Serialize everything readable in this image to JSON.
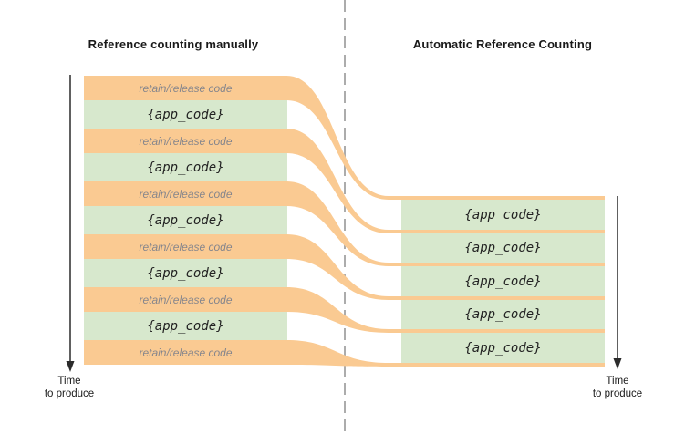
{
  "titles": {
    "left": "Reference counting manually",
    "right": "Automatic Reference Counting"
  },
  "left_column": {
    "rows": [
      {
        "type": "retain",
        "label": "retain/release code"
      },
      {
        "type": "app",
        "label": "{app_code}"
      },
      {
        "type": "retain",
        "label": "retain/release code"
      },
      {
        "type": "app",
        "label": "{app_code}"
      },
      {
        "type": "retain",
        "label": "retain/release code"
      },
      {
        "type": "app",
        "label": "{app_code}"
      },
      {
        "type": "retain",
        "label": "retain/release code"
      },
      {
        "type": "app",
        "label": "{app_code}"
      },
      {
        "type": "retain",
        "label": "retain/release code"
      },
      {
        "type": "app",
        "label": "{app_code}"
      },
      {
        "type": "retain",
        "label": "retain/release code"
      }
    ]
  },
  "right_column": {
    "rows": [
      {
        "label": "{app_code}"
      },
      {
        "label": "{app_code}"
      },
      {
        "label": "{app_code}"
      },
      {
        "label": "{app_code}"
      },
      {
        "label": "{app_code}"
      }
    ]
  },
  "time_labels": {
    "left": {
      "line1": "Time",
      "line2": "to produce"
    },
    "right": {
      "line1": "Time",
      "line2": "to produce"
    }
  },
  "colors": {
    "orange": "#FACA92",
    "green": "#D7E8CD",
    "retain_text": "#86868C",
    "app_text": "#222222",
    "dash": "#ACACAC",
    "arrow": "#2B2B2B",
    "title_text": "#1A1A1A",
    "background": "#FFFFFF"
  }
}
